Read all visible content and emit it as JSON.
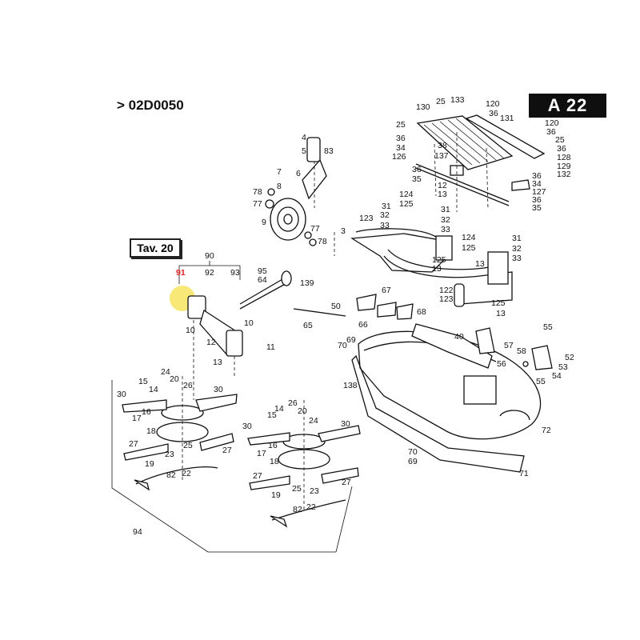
{
  "header": {
    "serial_ref": "> 02D0050",
    "page_code": "A 22",
    "cross_ref": "Tav. 20"
  },
  "highlight": {
    "color": "#f4e04a",
    "part": "91"
  },
  "callouts": [
    {
      "id": "c130",
      "text": "130"
    },
    {
      "id": "c25a",
      "text": "25"
    },
    {
      "id": "c133",
      "text": "133"
    },
    {
      "id": "c120a",
      "text": "120"
    },
    {
      "id": "c36a",
      "text": "36"
    },
    {
      "id": "c131",
      "text": "131"
    },
    {
      "id": "c25b",
      "text": "25"
    },
    {
      "id": "c120b",
      "text": "120"
    },
    {
      "id": "c36b",
      "text": "36"
    },
    {
      "id": "c25c",
      "text": "25"
    },
    {
      "id": "c36c",
      "text": "36"
    },
    {
      "id": "c128",
      "text": "128"
    },
    {
      "id": "c129",
      "text": "129"
    },
    {
      "id": "c132",
      "text": "132"
    },
    {
      "id": "c36d",
      "text": "36"
    },
    {
      "id": "c38",
      "text": "38"
    },
    {
      "id": "c34a",
      "text": "34"
    },
    {
      "id": "c126",
      "text": "126"
    },
    {
      "id": "c137",
      "text": "137"
    },
    {
      "id": "c36e",
      "text": "36"
    },
    {
      "id": "c35a",
      "text": "35"
    },
    {
      "id": "c36f",
      "text": "36"
    },
    {
      "id": "c34b",
      "text": "34"
    },
    {
      "id": "c127",
      "text": "127"
    },
    {
      "id": "c36g",
      "text": "36"
    },
    {
      "id": "c35b",
      "text": "35"
    },
    {
      "id": "c12a",
      "text": "12"
    },
    {
      "id": "c13a",
      "text": "13"
    },
    {
      "id": "c4",
      "text": "4"
    },
    {
      "id": "c5",
      "text": "5"
    },
    {
      "id": "c83",
      "text": "83"
    },
    {
      "id": "c7",
      "text": "7"
    },
    {
      "id": "c6",
      "text": "6"
    },
    {
      "id": "c8",
      "text": "8"
    },
    {
      "id": "c78a",
      "text": "78"
    },
    {
      "id": "c77a",
      "text": "77"
    },
    {
      "id": "c9",
      "text": "9"
    },
    {
      "id": "c77b",
      "text": "77"
    },
    {
      "id": "c78b",
      "text": "78"
    },
    {
      "id": "c31a",
      "text": "31"
    },
    {
      "id": "c124a",
      "text": "124"
    },
    {
      "id": "c125a",
      "text": "125"
    },
    {
      "id": "c31b",
      "text": "31"
    },
    {
      "id": "c32a",
      "text": "32"
    },
    {
      "id": "c123a",
      "text": "123"
    },
    {
      "id": "c32b",
      "text": "32"
    },
    {
      "id": "c33a",
      "text": "33"
    },
    {
      "id": "c33b",
      "text": "33"
    },
    {
      "id": "c3",
      "text": "3"
    },
    {
      "id": "c13b",
      "text": "13"
    },
    {
      "id": "c125b",
      "text": "125"
    },
    {
      "id": "c124b",
      "text": "124"
    },
    {
      "id": "c125c",
      "text": "125"
    },
    {
      "id": "c31c",
      "text": "31"
    },
    {
      "id": "c32c",
      "text": "32"
    },
    {
      "id": "c33c",
      "text": "33"
    },
    {
      "id": "c13c",
      "text": "13"
    },
    {
      "id": "c122",
      "text": "122"
    },
    {
      "id": "c123b",
      "text": "123"
    },
    {
      "id": "c125d",
      "text": "125"
    },
    {
      "id": "c13d",
      "text": "13"
    },
    {
      "id": "c90",
      "text": "90"
    },
    {
      "id": "c91",
      "text": "91"
    },
    {
      "id": "c92",
      "text": "92"
    },
    {
      "id": "c93",
      "text": "93"
    },
    {
      "id": "c95",
      "text": "95"
    },
    {
      "id": "c64",
      "text": "64"
    },
    {
      "id": "c139",
      "text": "139"
    },
    {
      "id": "c67",
      "text": "67"
    },
    {
      "id": "c50",
      "text": "50"
    },
    {
      "id": "c68",
      "text": "68"
    },
    {
      "id": "c65",
      "text": "65"
    },
    {
      "id": "c66",
      "text": "66"
    },
    {
      "id": "c10a",
      "text": "10"
    },
    {
      "id": "c10b",
      "text": "10"
    },
    {
      "id": "c11",
      "text": "11"
    },
    {
      "id": "c12b",
      "text": "12"
    },
    {
      "id": "c13e",
      "text": "13"
    },
    {
      "id": "c40",
      "text": "40"
    },
    {
      "id": "c69a",
      "text": "69"
    },
    {
      "id": "c70a",
      "text": "70"
    },
    {
      "id": "c55a",
      "text": "55"
    },
    {
      "id": "c57",
      "text": "57"
    },
    {
      "id": "c58",
      "text": "58"
    },
    {
      "id": "c52",
      "text": "52"
    },
    {
      "id": "c53",
      "text": "53"
    },
    {
      "id": "c56",
      "text": "56"
    },
    {
      "id": "c55b",
      "text": "55"
    },
    {
      "id": "c54",
      "text": "54"
    },
    {
      "id": "c138",
      "text": "138"
    },
    {
      "id": "c72",
      "text": "72"
    },
    {
      "id": "c70b",
      "text": "70"
    },
    {
      "id": "c69b",
      "text": "69"
    },
    {
      "id": "c71",
      "text": "71"
    },
    {
      "id": "c15a",
      "text": "15"
    },
    {
      "id": "c24a",
      "text": "24"
    },
    {
      "id": "c14a",
      "text": "14"
    },
    {
      "id": "c20a",
      "text": "20"
    },
    {
      "id": "c26a",
      "text": "26"
    },
    {
      "id": "c30a",
      "text": "30"
    },
    {
      "id": "c30b",
      "text": "30"
    },
    {
      "id": "c16a",
      "text": "16"
    },
    {
      "id": "c17a",
      "text": "17"
    },
    {
      "id": "c18a",
      "text": "18"
    },
    {
      "id": "c27a",
      "text": "27"
    },
    {
      "id": "c27b",
      "text": "27"
    },
    {
      "id": "c19a",
      "text": "19"
    },
    {
      "id": "c23a",
      "text": "23"
    },
    {
      "id": "c25d",
      "text": "25"
    },
    {
      "id": "c82a",
      "text": "82"
    },
    {
      "id": "c22a",
      "text": "22"
    },
    {
      "id": "c26b",
      "text": "26"
    },
    {
      "id": "c14b",
      "text": "14"
    },
    {
      "id": "c15b",
      "text": "15"
    },
    {
      "id": "c20b",
      "text": "20"
    },
    {
      "id": "c24b",
      "text": "24"
    },
    {
      "id": "c30c",
      "text": "30"
    },
    {
      "id": "c30d",
      "text": "30"
    },
    {
      "id": "c16b",
      "text": "16"
    },
    {
      "id": "c17b",
      "text": "17"
    },
    {
      "id": "c18b",
      "text": "18"
    },
    {
      "id": "c27c",
      "text": "27"
    },
    {
      "id": "c27d",
      "text": "27"
    },
    {
      "id": "c19b",
      "text": "19"
    },
    {
      "id": "c25e",
      "text": "25"
    },
    {
      "id": "c23b",
      "text": "23"
    },
    {
      "id": "c82b",
      "text": "82"
    },
    {
      "id": "c22b",
      "text": "22"
    },
    {
      "id": "c94",
      "text": "94"
    }
  ]
}
